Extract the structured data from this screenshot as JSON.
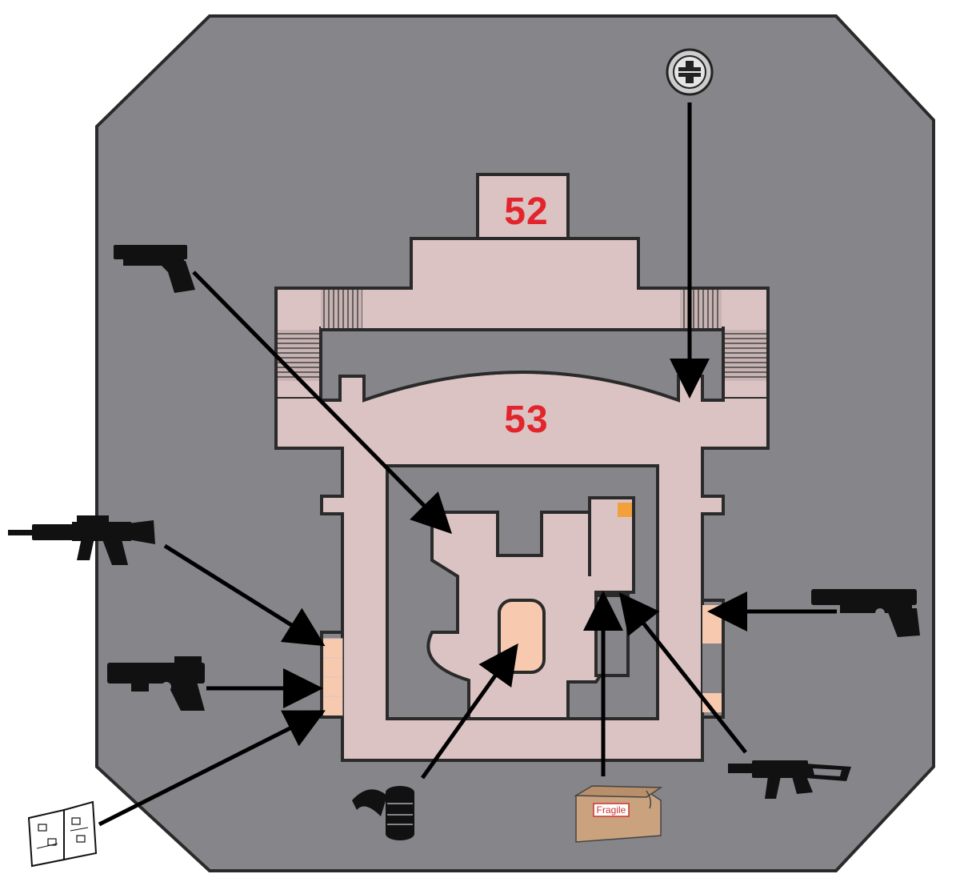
{
  "colors": {
    "background": "#85858a",
    "floor": "#dcc3c3",
    "wall": "#2a2a2a",
    "pickup": "#f7c9ae",
    "room_label": "#e2252c",
    "door_marker": "#e8262b",
    "item_square": "#f2a13a",
    "crate": "#caa37e",
    "arrow": "#000000"
  },
  "map": {
    "rooms": [
      {
        "id": "52",
        "label": "52"
      },
      {
        "id": "53",
        "label": "53"
      }
    ]
  },
  "items": {
    "crate_label": "Fragile",
    "icons": [
      "pistol-icon",
      "assault-rifle-icon",
      "smg-icon",
      "manual-icon",
      "bandage-icon",
      "crate-icon",
      "shotgun-icon",
      "handgun-icon",
      "sewer-cover-icon"
    ]
  }
}
